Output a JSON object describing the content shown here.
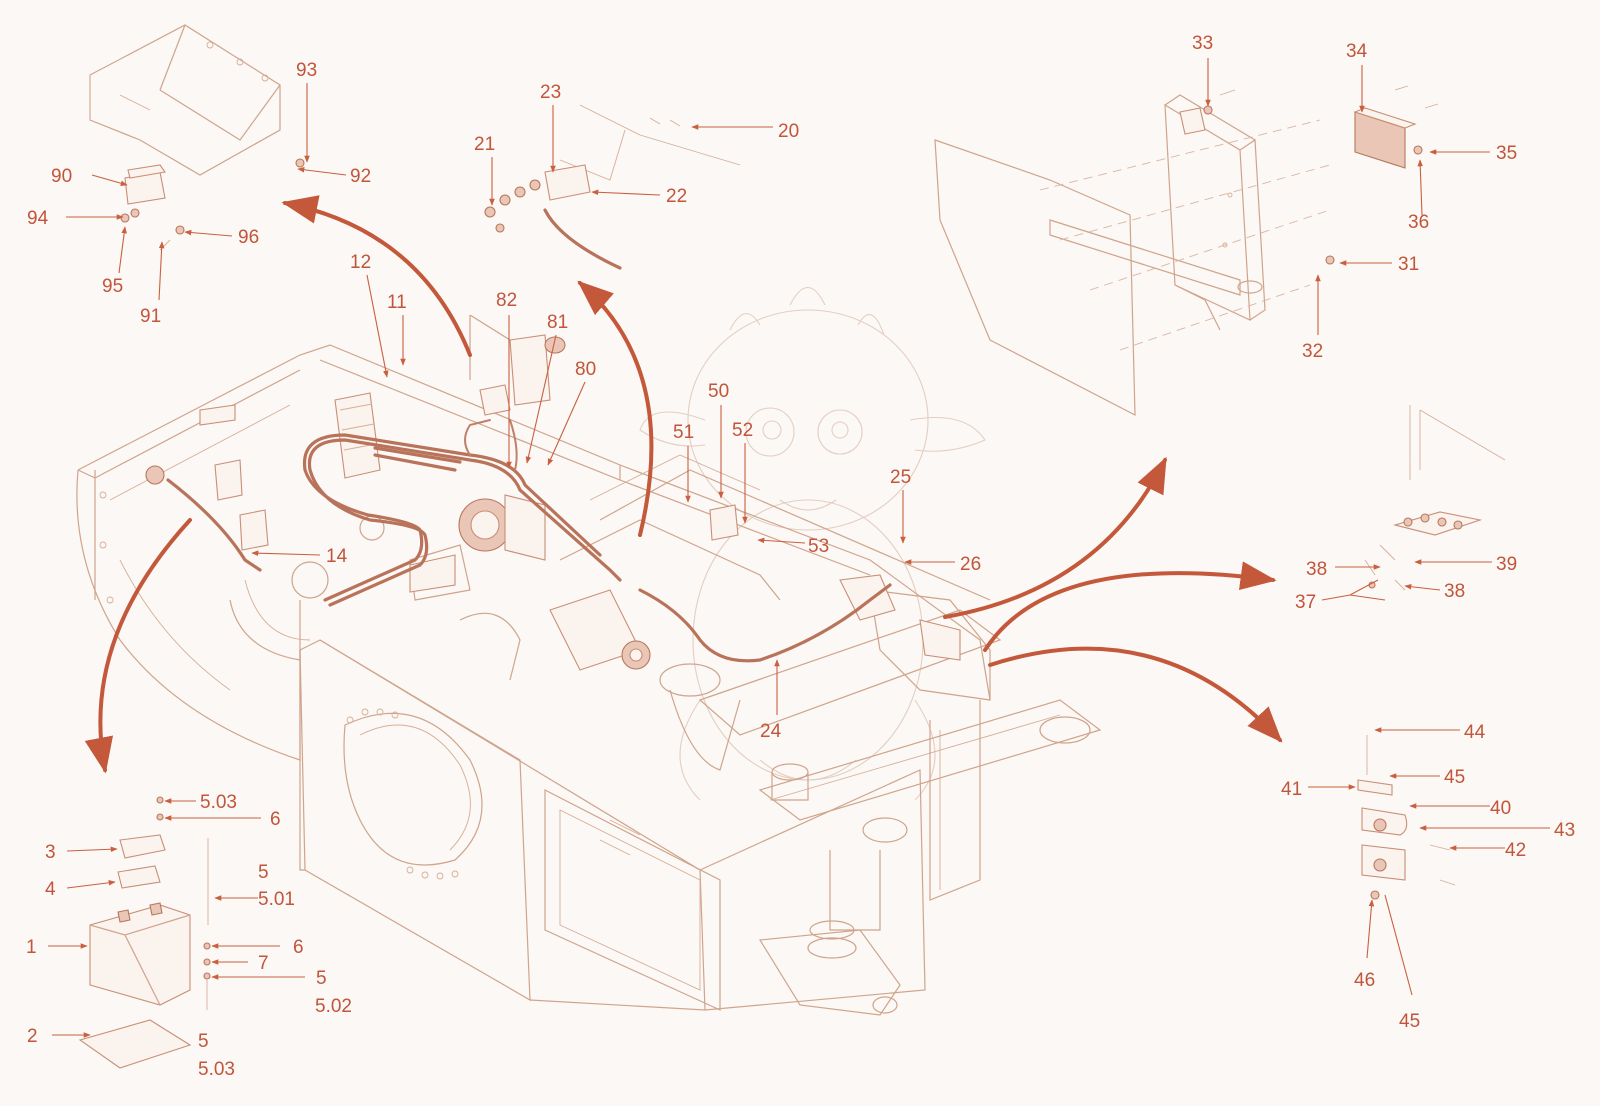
{
  "colors": {
    "accent": "#c4583a",
    "line": "#d0a48c",
    "background": "#fbf8f5"
  },
  "labels": [
    {
      "id": "l93",
      "text": "93"
    },
    {
      "id": "l90",
      "text": "90"
    },
    {
      "id": "l92",
      "text": "92"
    },
    {
      "id": "l94",
      "text": "94"
    },
    {
      "id": "l96",
      "text": "96"
    },
    {
      "id": "l95",
      "text": "95"
    },
    {
      "id": "l91",
      "text": "91"
    },
    {
      "id": "l23",
      "text": "23"
    },
    {
      "id": "l20",
      "text": "20"
    },
    {
      "id": "l21",
      "text": "21"
    },
    {
      "id": "l22",
      "text": "22"
    },
    {
      "id": "l12",
      "text": "12"
    },
    {
      "id": "l11",
      "text": "11"
    },
    {
      "id": "l82",
      "text": "82"
    },
    {
      "id": "l81",
      "text": "81"
    },
    {
      "id": "l80",
      "text": "80"
    },
    {
      "id": "l50",
      "text": "50"
    },
    {
      "id": "l51",
      "text": "51"
    },
    {
      "id": "l52",
      "text": "52"
    },
    {
      "id": "l53",
      "text": "53"
    },
    {
      "id": "l14",
      "text": "14"
    },
    {
      "id": "l25",
      "text": "25"
    },
    {
      "id": "l26",
      "text": "26"
    },
    {
      "id": "l24",
      "text": "24"
    },
    {
      "id": "l33",
      "text": "33"
    },
    {
      "id": "l34",
      "text": "34"
    },
    {
      "id": "l35",
      "text": "35"
    },
    {
      "id": "l36",
      "text": "36"
    },
    {
      "id": "l31",
      "text": "31"
    },
    {
      "id": "l32",
      "text": "32"
    },
    {
      "id": "l38a",
      "text": "38"
    },
    {
      "id": "l39",
      "text": "39"
    },
    {
      "id": "l37",
      "text": "37"
    },
    {
      "id": "l38b",
      "text": "38"
    },
    {
      "id": "l44",
      "text": "44"
    },
    {
      "id": "l41",
      "text": "41"
    },
    {
      "id": "l45a",
      "text": "45"
    },
    {
      "id": "l40",
      "text": "40"
    },
    {
      "id": "l43",
      "text": "43"
    },
    {
      "id": "l42",
      "text": "42"
    },
    {
      "id": "l46",
      "text": "46"
    },
    {
      "id": "l45b",
      "text": "45"
    },
    {
      "id": "l503a",
      "text": "5.03"
    },
    {
      "id": "l6a",
      "text": "6"
    },
    {
      "id": "l3",
      "text": "3"
    },
    {
      "id": "l4",
      "text": "4"
    },
    {
      "id": "l5a",
      "text": "5"
    },
    {
      "id": "l501",
      "text": "5.01"
    },
    {
      "id": "l1",
      "text": "1"
    },
    {
      "id": "l6b",
      "text": "6"
    },
    {
      "id": "l7",
      "text": "7"
    },
    {
      "id": "l5b",
      "text": "5"
    },
    {
      "id": "l502",
      "text": "5.02"
    },
    {
      "id": "l2",
      "text": "2"
    },
    {
      "id": "l5c",
      "text": "5"
    },
    {
      "id": "l503b",
      "text": "5.03"
    }
  ]
}
